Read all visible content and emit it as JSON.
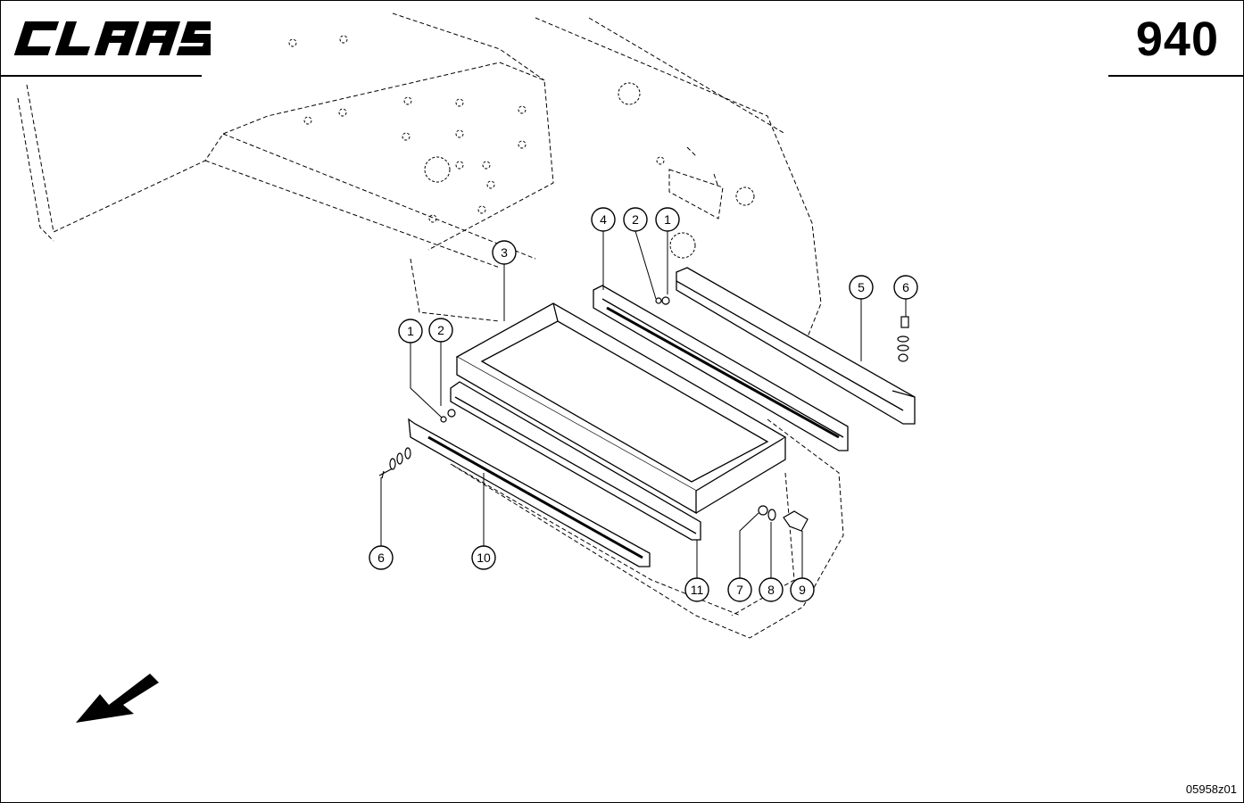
{
  "header": {
    "brand": "CLAAS",
    "page_number": "940"
  },
  "footer": {
    "drawing_number": "05958z01"
  },
  "diagram": {
    "callouts": [
      {
        "id": "callout-1-top",
        "label": "1"
      },
      {
        "id": "callout-2-top",
        "label": "2"
      },
      {
        "id": "callout-4",
        "label": "4"
      },
      {
        "id": "callout-3",
        "label": "3"
      },
      {
        "id": "callout-5",
        "label": "5"
      },
      {
        "id": "callout-6-right",
        "label": "6"
      },
      {
        "id": "callout-1-left",
        "label": "1"
      },
      {
        "id": "callout-2-left",
        "label": "2"
      },
      {
        "id": "callout-6-left",
        "label": "6"
      },
      {
        "id": "callout-10",
        "label": "10"
      },
      {
        "id": "callout-11",
        "label": "11"
      },
      {
        "id": "callout-7",
        "label": "7"
      },
      {
        "id": "callout-8",
        "label": "8"
      },
      {
        "id": "callout-9",
        "label": "9"
      }
    ],
    "direction_icon": "arrow-down-left-icon",
    "colors": {
      "ink": "#000000",
      "paper": "#ffffff"
    }
  }
}
